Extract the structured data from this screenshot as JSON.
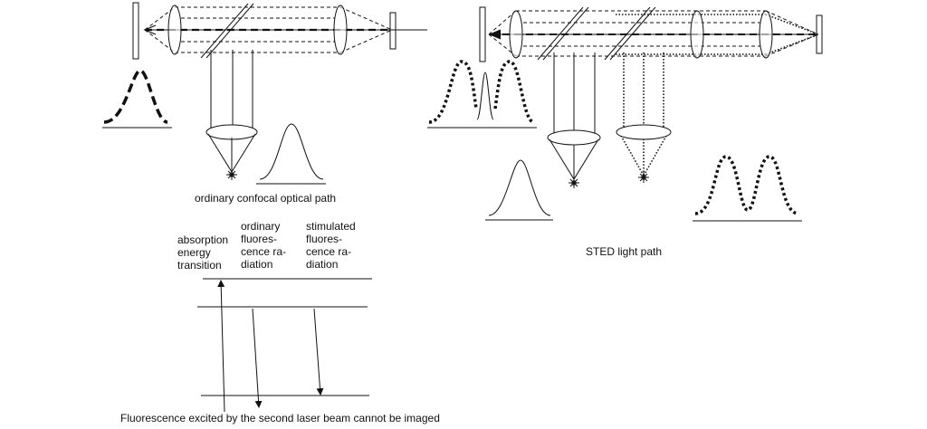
{
  "labels": {
    "confocal_caption": "ordinary confocal optical path",
    "sted_caption": "STED light path",
    "absorption": "absorption\nenergy\ntransition",
    "ordinary_fluorescence": "ordinary\nfluores-\ncence ra-\ndiation",
    "stimulated_fluorescence": "stimulated\nfluores-\ncence ra-\ndiation",
    "bottom_caption": "Fluorescence excited by the second laser beam cannot be imaged"
  }
}
